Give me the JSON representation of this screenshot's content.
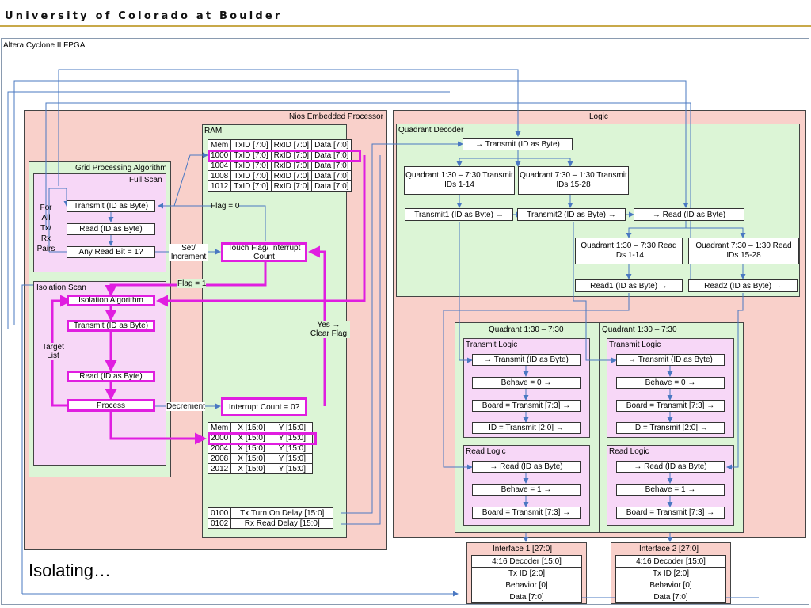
{
  "header": {
    "university": "University of Colorado at Boulder"
  },
  "fpga_title": "Altera Cyclone II FPGA",
  "status_text": "Isolating…",
  "nios": {
    "title": "Nios Embedded Processor",
    "ram_label": "RAM",
    "ram_table1": {
      "headers": [
        "Mem",
        "TxID [7:0]",
        "RxID [7:0]",
        "Data [7:0]"
      ],
      "rows": [
        [
          "1000",
          "TxID [7:0]",
          "RxID [7:0]",
          "Data [7:0]"
        ],
        [
          "1004",
          "TxID [7:0]",
          "RxID [7:0]",
          "Data [7:0]"
        ],
        [
          "1008",
          "TxID [7:0]",
          "RxID [7:0]",
          "Data [7:0]"
        ],
        [
          "1012",
          "TxID [7:0]",
          "RxID [7:0]",
          "Data [7:0]"
        ]
      ]
    },
    "ram_table2": {
      "headers": [
        "Mem",
        "X [15:0]",
        "Y [15:0]"
      ],
      "rows": [
        [
          "2000",
          "X [15:0]",
          "Y [15:0]"
        ],
        [
          "2004",
          "X [15:0]",
          "Y [15:0]"
        ],
        [
          "2008",
          "X [15:0]",
          "Y [15:0]"
        ],
        [
          "2012",
          "X [15:0]",
          "Y [15:0]"
        ]
      ]
    },
    "ram_table3": {
      "rows": [
        [
          "0100",
          "Tx Turn On Delay [15:0]"
        ],
        [
          "0102",
          "Rx Read Delay [15:0]"
        ]
      ]
    },
    "touch_flag": "Touch Flag/ Interrupt Count",
    "interrupt_zero": "Interrupt Count = 0?",
    "flag0": "Flag = 0",
    "flag1": "Flag = 1",
    "set_increment": "Set/ Increment",
    "decrement": "Decrement",
    "yes_clear": "Yes → Clear Flag"
  },
  "grid": {
    "title": "Grid Processing Algorithm",
    "full_scan": "Full Scan",
    "for_all": "For All Tx/ Rx Pairs",
    "transmit": "Transmit (ID as Byte)",
    "read": "Read (ID as Byte)",
    "any_read": "Any Read Bit = 1?",
    "isolation_scan": "Isolation Scan",
    "isolation_algorithm": "Isolation Algorithm",
    "iso_transmit": "Transmit (ID as Byte)",
    "iso_read": "Read (ID as Byte)",
    "process": "Process",
    "target_list": "Target List"
  },
  "logic": {
    "title": "Logic",
    "quadrant_decoder": "Quadrant Decoder",
    "qd_transmit": "→ Transmit (ID as Byte)",
    "q1_tx": "Quadrant 1:30 – 7:30 Transmit IDs 1-14",
    "q7_tx": "Quadrant 7:30 – 1:30 Transmit IDs 15-28",
    "transmit1": "Transmit1 (ID as Byte) →",
    "transmit2": "Transmit2 (ID as Byte) →",
    "qd_read": "→ Read (ID as Byte)",
    "q1_rd": "Quadrant 1:30 – 7:30 Read IDs 1-14",
    "q7_rd": "Quadrant 7:30 – 1:30 Read IDs 15-28",
    "read1": "Read1 (ID as Byte) →",
    "read2": "Read2 (ID as Byte) →"
  },
  "quadrants": [
    {
      "title": "Quadrant 1:30 – 7:30",
      "tx_logic": "Transmit Logic",
      "tx_items": [
        "→ Transmit (ID as Byte)",
        "Behave = 0 →",
        "Board = Transmit [7:3] →",
        "ID = Transmit [2:0] →"
      ],
      "rd_logic": "Read Logic",
      "rd_items": [
        "→ Read (ID as Byte)",
        "Behave = 1 →",
        "Board = Transmit [7:3] →"
      ]
    },
    {
      "title": "Quadrant 1:30 – 7:30",
      "tx_logic": "Transmit Logic",
      "tx_items": [
        "→ Transmit (ID as Byte)",
        "Behave = 0 →",
        "Board = Transmit [7:3] →",
        "ID = Transmit [2:0] →"
      ],
      "rd_logic": "Read Logic",
      "rd_items": [
        "→ Read (ID as Byte)",
        "Behave = 1 →",
        "Board = Transmit [7:3] →"
      ]
    }
  ],
  "interfaces": [
    {
      "title": "Interface 1 [27:0]",
      "rows": [
        "4:16 Decoder [15:0]",
        "Tx ID [2:0]",
        "Behavior [0]",
        "Data [7:0]"
      ]
    },
    {
      "title": "Interface 2 [27:0]",
      "rows": [
        "4:16 Decoder [15:0]",
        "Tx ID [2:0]",
        "Behavior [0]",
        "Data [7:0]"
      ]
    }
  ],
  "colors": {
    "region_pink": "#f9d0ca",
    "region_green": "#dcf5d6",
    "region_magenta": "#f7d7f7",
    "highlight": "#e01ee0",
    "line_blue": "#4a78c2",
    "frame_gray": "#8a9bb0",
    "rule_gold": "#c8a94a"
  }
}
